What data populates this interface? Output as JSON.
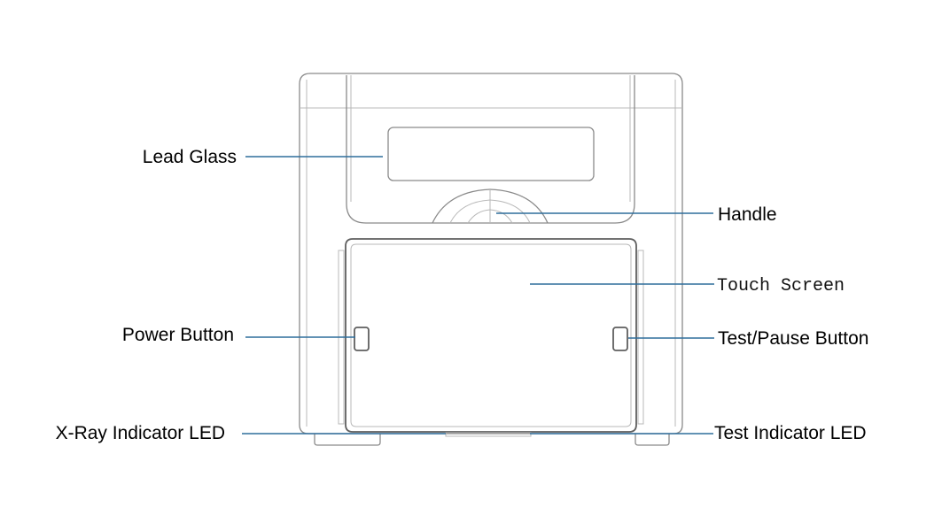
{
  "diagram": {
    "colors": {
      "leader_line": "#2f6e9c",
      "outline": "#8a8a8a",
      "label_text": "#000000"
    },
    "labels": {
      "lead_glass": "Lead Glass",
      "handle": "Handle",
      "touch_screen": "Touch Screen",
      "power_button": "Power Button",
      "test_pause_button": "Test/Pause Button",
      "xray_indicator_led": "X-Ray Indicator LED",
      "test_indicator_led": "Test Indicator LED"
    }
  }
}
